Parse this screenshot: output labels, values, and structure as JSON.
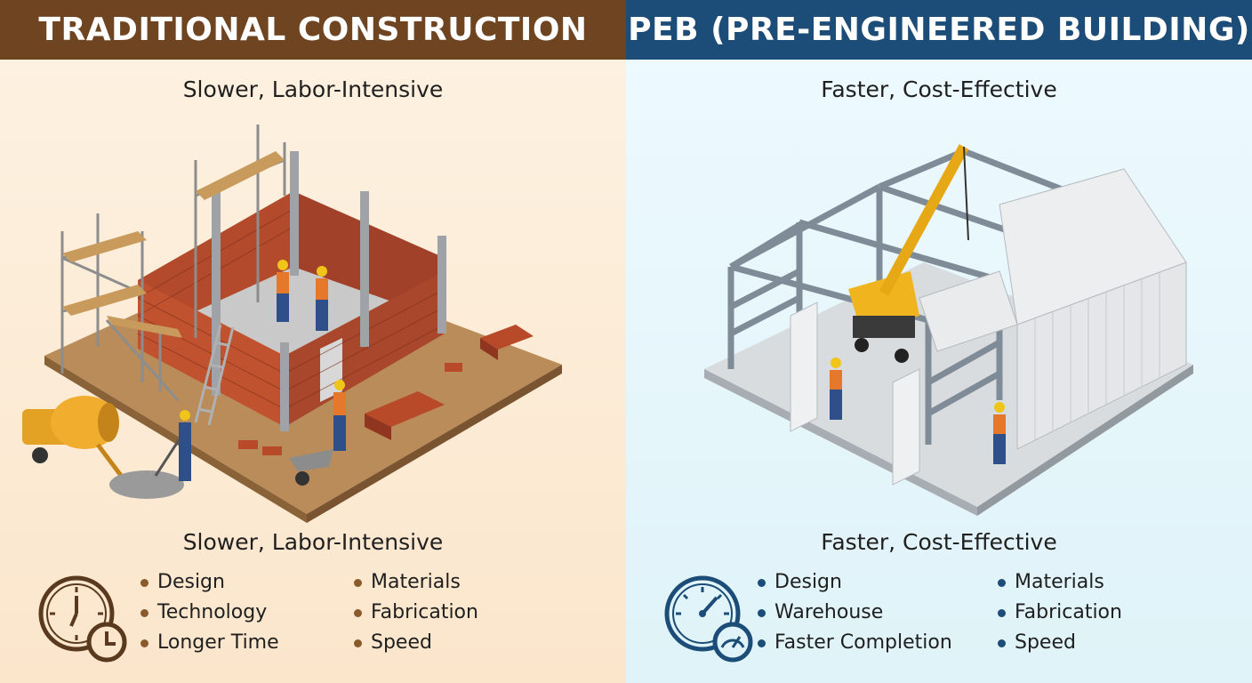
{
  "traditional": {
    "banner": "TRADITIONAL CONSTRUCTION",
    "subtitle_top": "Slower, Labor-Intensive",
    "subtitle_bottom": "Slower, Labor-Intensive",
    "bullets_col1": [
      "Design",
      "Technology",
      "Longer Time"
    ],
    "bullets_col2": [
      "Materials",
      "Fabrication",
      "Speed"
    ],
    "colors": {
      "banner": "#6f4421",
      "background": "#fbe6cc",
      "accent": "#8a5a2b"
    },
    "icon": "clock-icon"
  },
  "peb": {
    "banner": "PEB (PRE-ENGINEERED BUILDING)",
    "subtitle_top": "Faster, Cost-Effective",
    "subtitle_bottom": "Faster, Cost-Effective",
    "bullets_col1": [
      "Design",
      "Warehouse",
      "Faster Completion"
    ],
    "bullets_col2": [
      "Materials",
      "Fabrication",
      "Speed"
    ],
    "colors": {
      "banner": "#1c4c78",
      "background": "#dff3f8",
      "accent": "#1c4c78"
    },
    "icon": "speedometer-icon"
  }
}
